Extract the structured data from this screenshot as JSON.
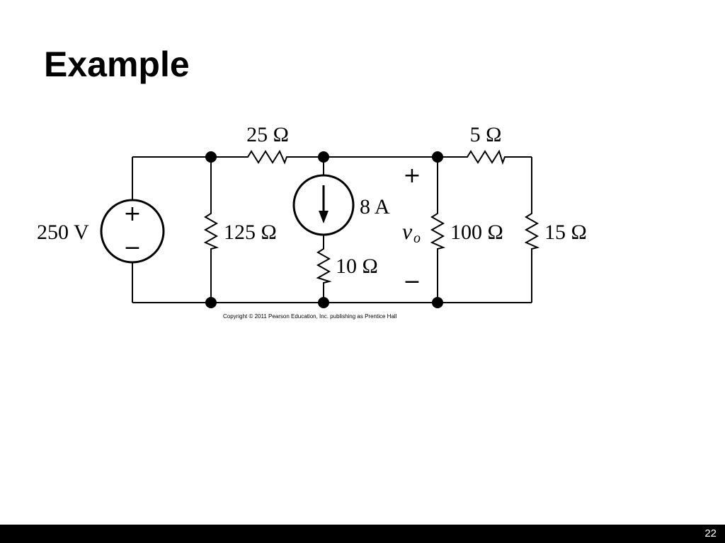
{
  "slide": {
    "title": "Example",
    "page_number": "22"
  },
  "circuit": {
    "source_voltage": "250 V",
    "source_plus": "+",
    "source_minus": "−",
    "r_top_left": "25 Ω",
    "r_left_shunt": "125 Ω",
    "current_source": "8 A",
    "r_series_current": "10 Ω",
    "r_top_right": "5 Ω",
    "r_mid_shunt": "100 Ω",
    "r_right_shunt": "15 Ω",
    "vo_symbol": "v",
    "vo_subscript": "o",
    "vo_plus": "+",
    "vo_minus": "−",
    "copyright": "Copyright © 2011 Pearson Education, Inc. publishing as Prentice Hall"
  }
}
